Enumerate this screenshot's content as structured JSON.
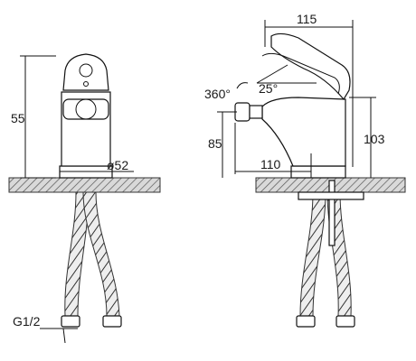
{
  "dimensions": {
    "front_height": "55",
    "base_diameter": "ø52",
    "thread": "G1/2",
    "overall_length": "115",
    "rotation": "360°",
    "lever_angle": "25°",
    "nozzle_height": "85",
    "spout_reach": "110",
    "total_height": "103"
  }
}
